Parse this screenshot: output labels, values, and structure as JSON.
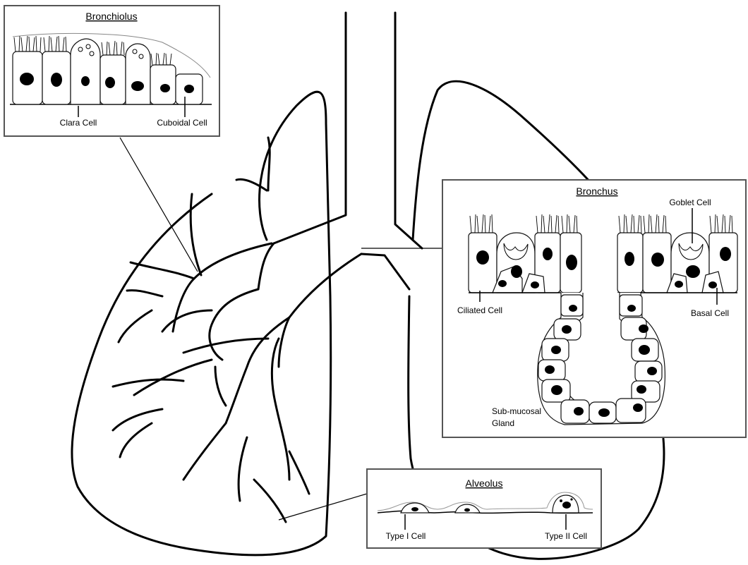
{
  "bronchiolus": {
    "title": "Bronchiolus",
    "labels": {
      "clara": "Clara Cell",
      "cuboidal": "Cuboidal Cell"
    }
  },
  "bronchus": {
    "title": "Bronchus",
    "labels": {
      "goblet": "Goblet Cell",
      "ciliated": "Ciliated Cell",
      "basal": "Basal Cell",
      "gland_line1": "Sub-mucosal",
      "gland_line2": "Gland"
    }
  },
  "alveolus": {
    "title": "Alveolus",
    "labels": {
      "type1": "Type I Cell",
      "type2": "Type II Cell"
    }
  }
}
